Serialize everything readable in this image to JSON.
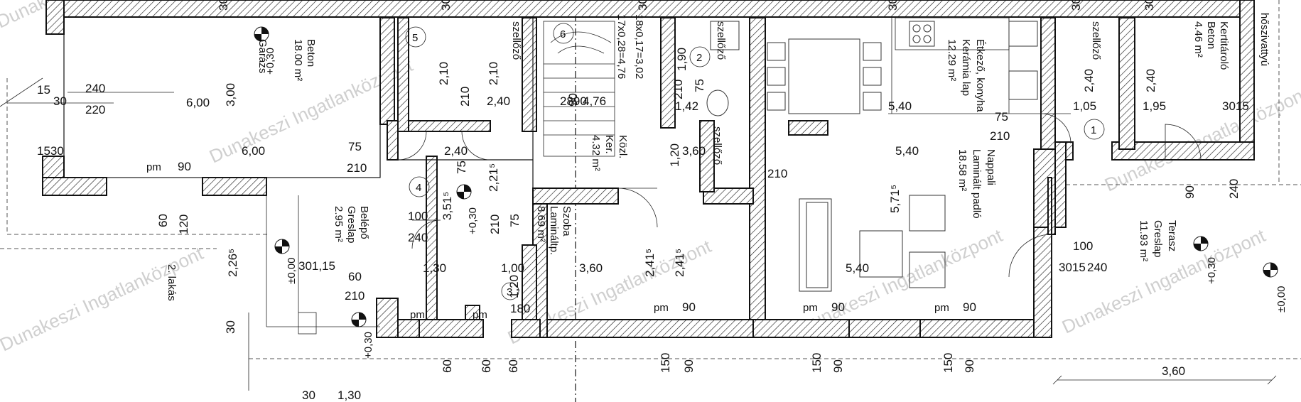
{
  "watermark": "Dunakeszi Ingatlanközpont",
  "rooms": {
    "garage": {
      "number": "",
      "name": "Garázs",
      "floor": "Beton",
      "area": "18.00 m²"
    },
    "entry": {
      "name": "Belépő",
      "floor": "Greslap",
      "area": "2.95 m²"
    },
    "hall": {
      "name": "Közl.",
      "floor": "Ker.",
      "area": "4.32 m²"
    },
    "room": {
      "name": "Szoba",
      "floor": "Lamináltp.",
      "area": "8.69 m²"
    },
    "kitchen": {
      "name": "Étkező, konyha",
      "floor": "Kerámia lap",
      "area": "12.29 m²"
    },
    "living": {
      "name": "Nappali",
      "floor": "Laminált padló",
      "area": "18.58 m²"
    },
    "storage": {
      "name": "Kertitároló",
      "floor": "Beton",
      "area": "4.46 m²"
    },
    "terrace": {
      "name": "Terasz",
      "floor": "Greslap",
      "area": "11.93 m²"
    }
  },
  "labels": {
    "vent": "szellőző",
    "pump": "hőszivattyú",
    "apartment": "2. lakás",
    "stairs": "17x0,28=4,76",
    "stairs2": "18x0,17=3,02",
    "pm": "pm"
  },
  "numbers": [
    "1",
    "2",
    "3",
    "4",
    "5",
    "6"
  ],
  "levels": [
    "+0,30",
    "±0,00",
    "+0,30",
    "+0,30",
    "+0,30",
    "±0,00"
  ],
  "dims": [
    "240",
    "220",
    "15",
    "30",
    "6,00",
    "3,00",
    "6,00",
    "75",
    "210",
    "1530",
    "90",
    "2,10",
    "210",
    "75",
    "2,10",
    "2,40",
    "2,40",
    "2,21⁵",
    "3,51⁵",
    "210",
    "75",
    "90",
    "2890",
    "4,76",
    "30",
    "1,90",
    "210",
    "75",
    "1,42",
    "1,20",
    "3,60",
    "5,40",
    "5,40",
    "5,71⁵",
    "210",
    "2,40",
    "1,05",
    "2,40",
    "1,95",
    "3015",
    "100",
    "240",
    "60",
    "120",
    "2,26⁵",
    "301,15",
    "60",
    "210",
    "1,30",
    "1,00",
    "1,20",
    "180",
    "3,60",
    "2,41⁵",
    "2,41⁵",
    "150",
    "60",
    "5,40",
    "3,60",
    "30",
    "1,30",
    "240",
    "90"
  ]
}
